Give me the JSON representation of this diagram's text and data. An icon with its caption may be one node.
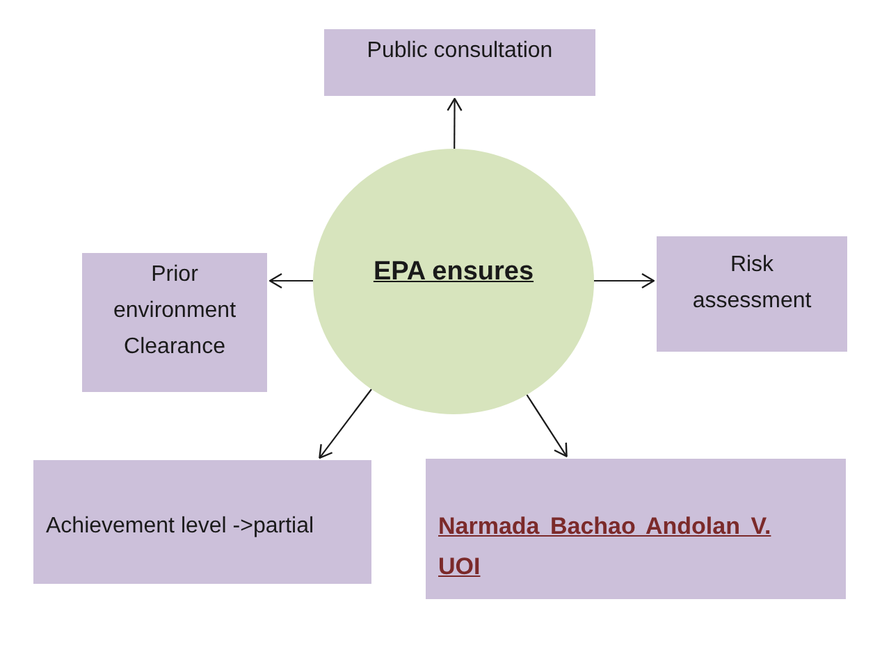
{
  "diagram": {
    "nodes": [
      {
        "text": [
          "Public consultation"
        ]
      },
      {
        "text": [
          "Prior environment Clearance"
        ]
      },
      {
        "text": [
          "EPA ensures"
        ]
      },
      {
        "text": [
          "Risk assessment"
        ]
      },
      {
        "text": [
          "Achievement level ->partial"
        ]
      },
      {
        "text": [
          "Narmada Bachao Andolan V. UOI"
        ]
      }
    ],
    "edges": [
      {
        "from": 2,
        "to": 0,
        "arrow": "to"
      },
      {
        "from": 2,
        "to": 1,
        "arrow": "to"
      },
      {
        "from": 2,
        "to": 3,
        "arrow": "to"
      },
      {
        "from": 2,
        "to": 4,
        "arrow": "to"
      },
      {
        "from": 2,
        "to": 5,
        "arrow": "to"
      }
    ]
  }
}
